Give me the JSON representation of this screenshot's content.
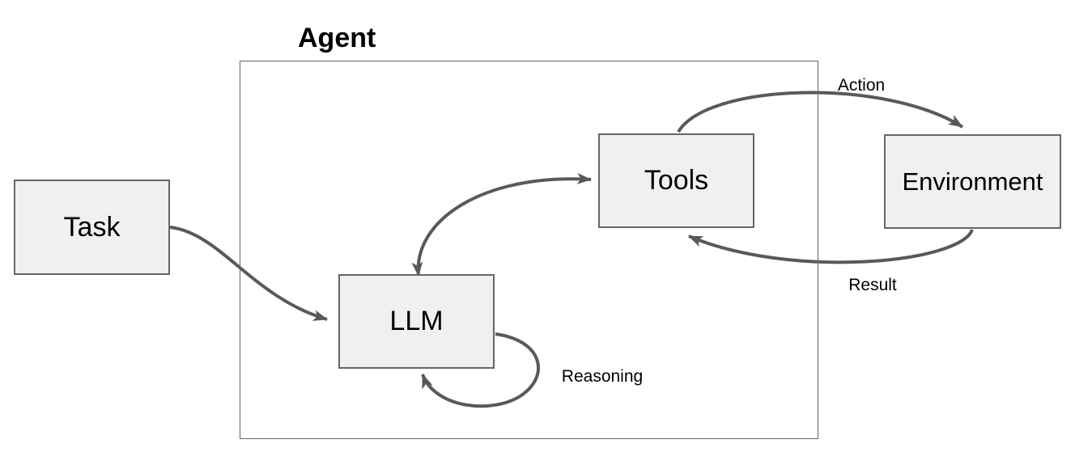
{
  "diagram": {
    "title": "Agent",
    "nodes": [
      {
        "id": "task",
        "label": "Task"
      },
      {
        "id": "llm",
        "label": "LLM"
      },
      {
        "id": "tools",
        "label": "Tools"
      },
      {
        "id": "environment",
        "label": "Environment"
      }
    ],
    "container": {
      "id": "agent-boundary",
      "label": "Agent",
      "contains": [
        "llm",
        "tools"
      ]
    },
    "edges": [
      {
        "id": "task-to-llm",
        "from": "task",
        "to": "llm",
        "label": "",
        "bidirectional": false
      },
      {
        "id": "llm-tools",
        "from": "llm",
        "to": "tools",
        "label": "",
        "bidirectional": true
      },
      {
        "id": "action",
        "from": "tools",
        "to": "environment",
        "label": "Action",
        "bidirectional": false
      },
      {
        "id": "result",
        "from": "environment",
        "to": "tools",
        "label": "Result",
        "bidirectional": false
      },
      {
        "id": "reasoning-loop",
        "from": "llm",
        "to": "llm",
        "label": "Reasoning",
        "bidirectional": false
      }
    ],
    "edge_labels": {
      "action": "Action",
      "result": "Result",
      "reasoning": "Reasoning"
    },
    "colors": {
      "background": "#ffffff",
      "node_fill": "#f0f0f0",
      "node_border": "#666666",
      "arrow": "#595959",
      "text": "#000000"
    }
  }
}
